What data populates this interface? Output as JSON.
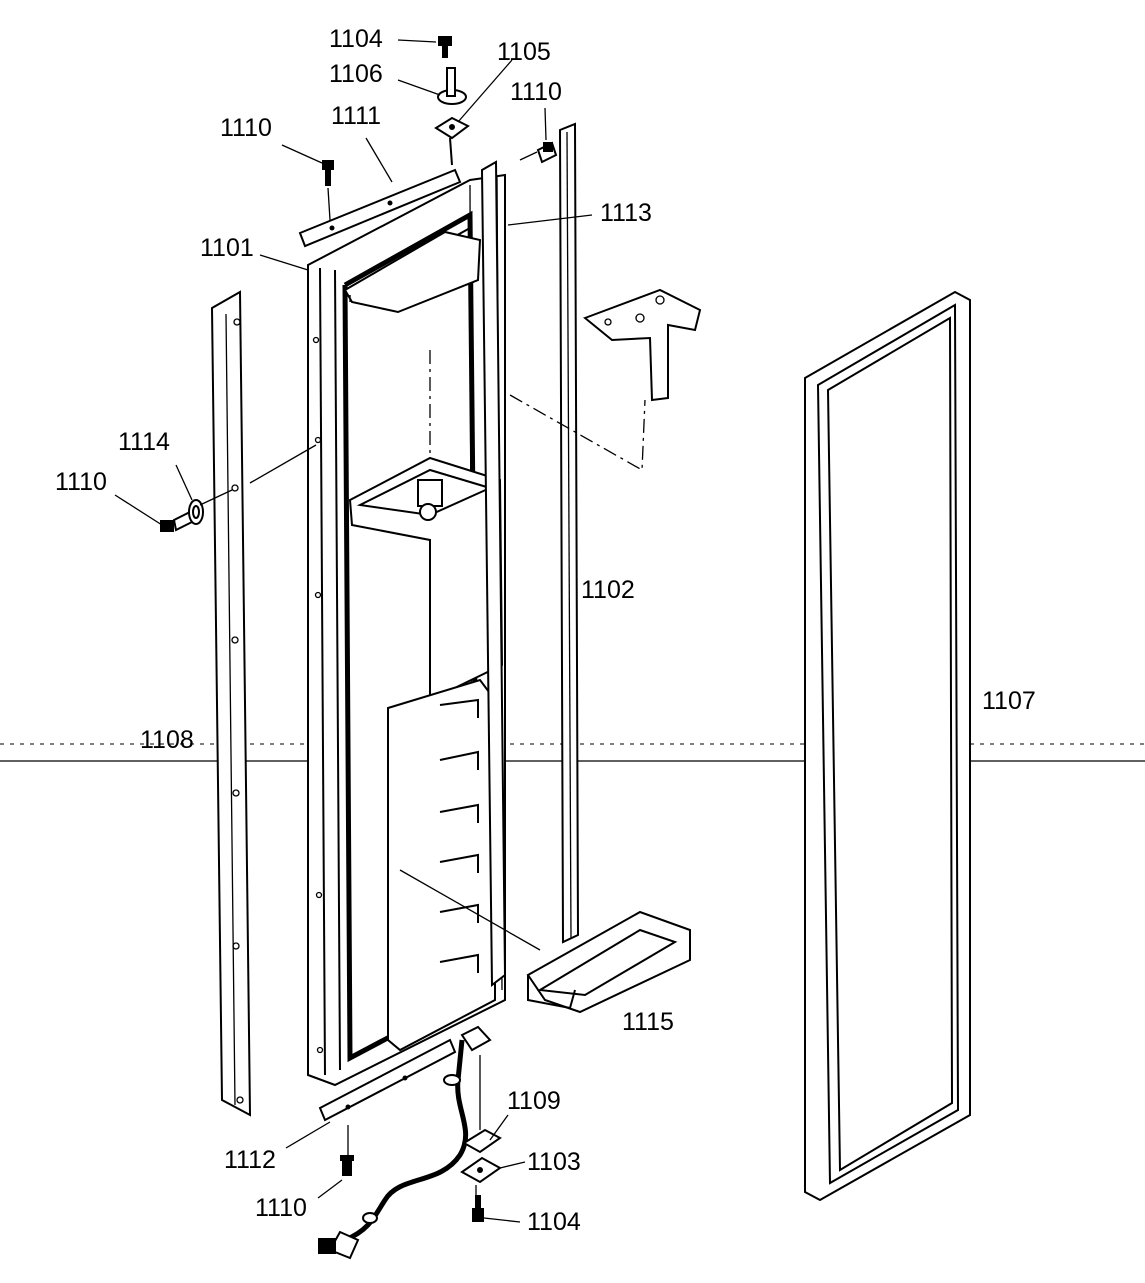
{
  "labels": {
    "l1104_top": "1104",
    "l1105": "1105",
    "l1106": "1106",
    "l1110_top_right": "1110",
    "l1110_top_left": "1110",
    "l1111": "1111",
    "l1113": "1113",
    "l1101": "1101",
    "l1114": "1114",
    "l1110_left": "1110",
    "l1102": "1102",
    "l1107": "1107",
    "l1108": "1108",
    "l1115": "1115",
    "l1109": "1109",
    "l1112": "1112",
    "l1103": "1103",
    "l1110_bottom": "1110",
    "l1104_bottom": "1104"
  },
  "colors": {
    "ink": "#000000",
    "paper": "#ffffff"
  }
}
